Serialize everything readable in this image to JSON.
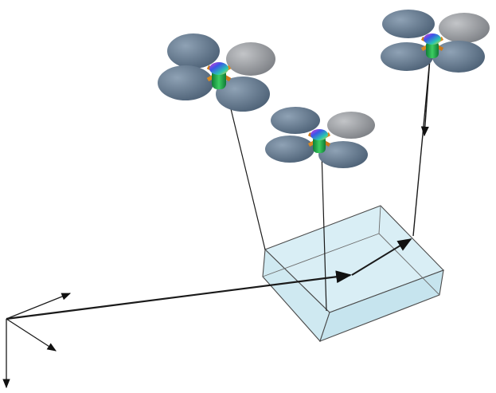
{
  "colors": {
    "background": "#ffffff",
    "line": "#1a1a1a",
    "arrow": "#111111",
    "payload_fill": "#d8eef4",
    "payload_edge": "#4a4a4a",
    "rotor_blue": "#5f7388",
    "rotor_blue_light": "#7b8ea2",
    "rotor_grey": "#8e9196",
    "rotor_grey_light": "#b3b5b8",
    "drone_body_green": "#22a84a",
    "arm_orange": "#c9781c"
  },
  "scene": {
    "drones": [
      {
        "name": "quadrotor-left"
      },
      {
        "name": "quadrotor-middle"
      },
      {
        "name": "quadrotor-right"
      }
    ],
    "payload": {
      "name": "payload-box"
    },
    "frames": {
      "inertial": "world-frame-axes",
      "payload_vector": "payload-internal-arrows"
    }
  }
}
